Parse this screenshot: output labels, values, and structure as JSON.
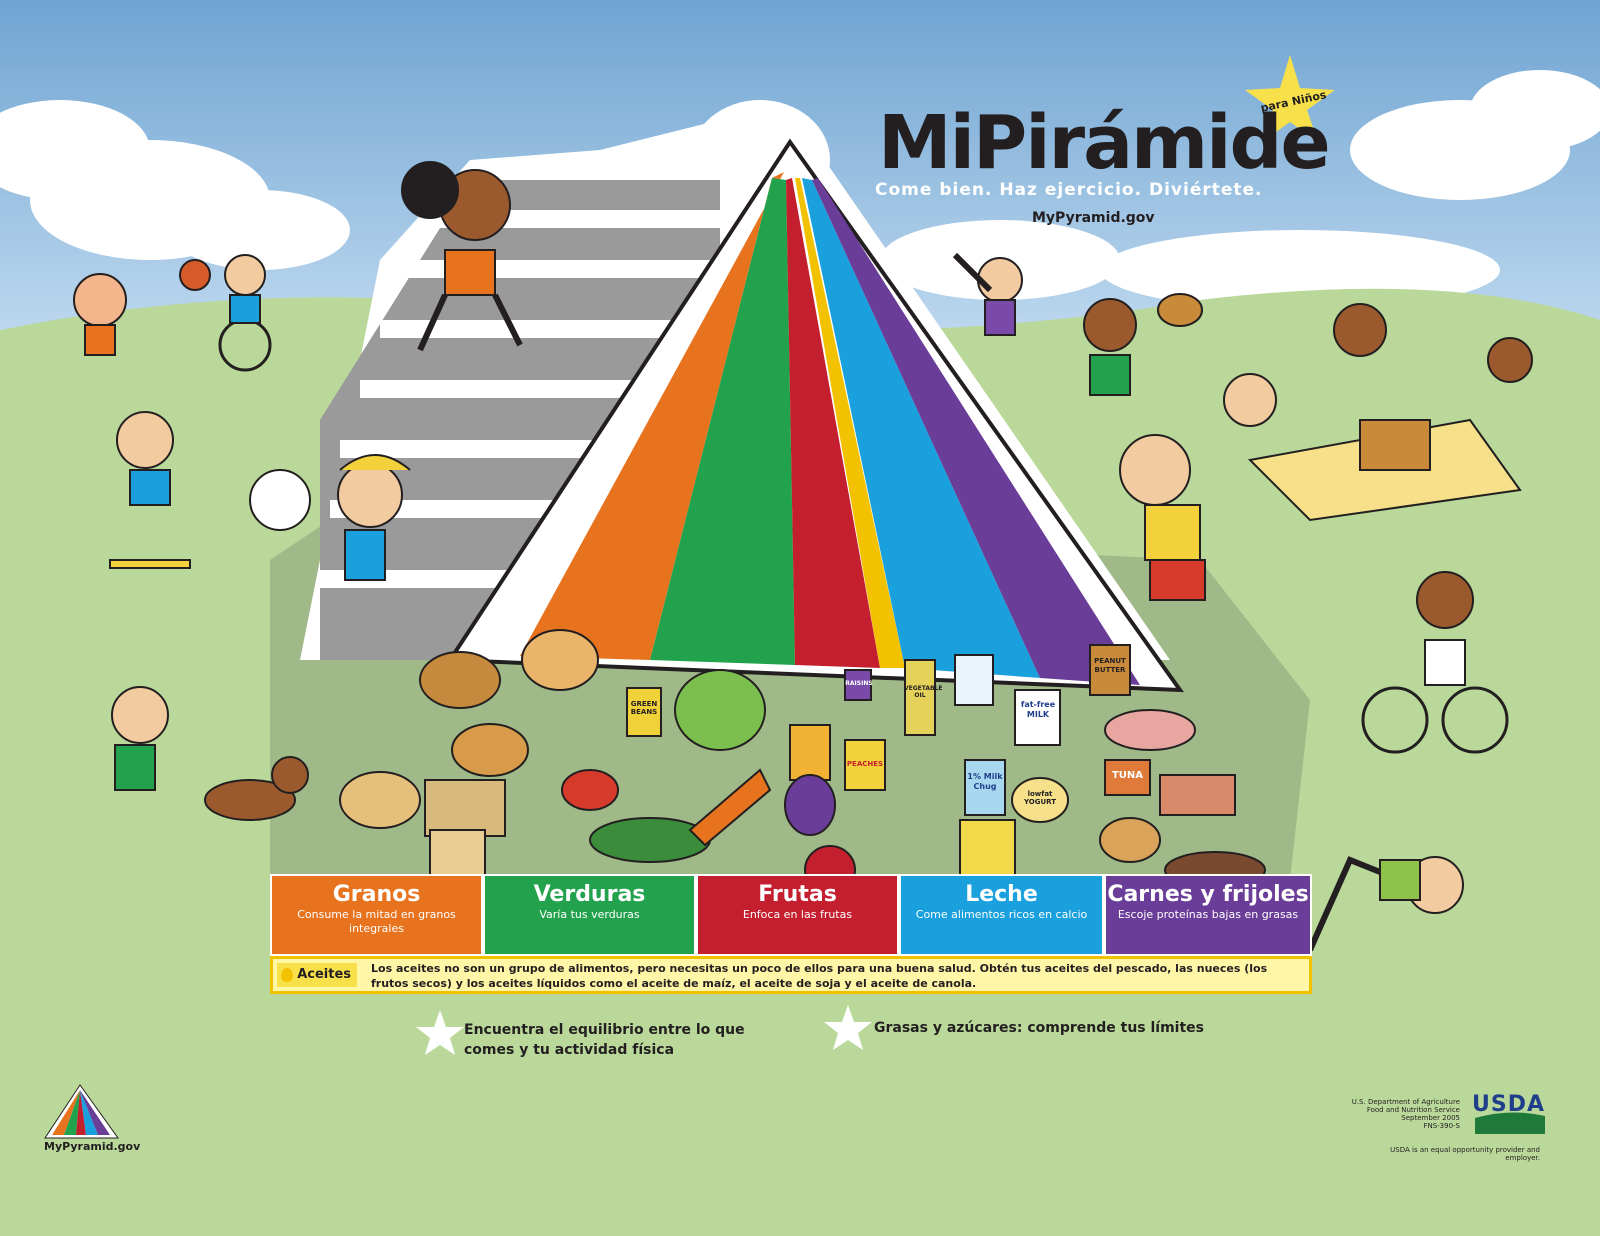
{
  "header": {
    "title": "MiPirámide",
    "badge": "para Niños",
    "subtitle": "Come bien. Haz ejercicio. Diviértete.",
    "url": "MyPyramid.gov"
  },
  "food_groups": [
    {
      "name": "Granos",
      "tip": "Consume la mitad en granos integrales",
      "color": "#e8731f"
    },
    {
      "name": "Verduras",
      "tip": "Varía tus verduras",
      "color": "#23a24d"
    },
    {
      "name": "Frutas",
      "tip": "Enfoca en las frutas",
      "color": "#c41f2e"
    },
    {
      "name": "Leche",
      "tip": "Come alimentos ricos en calcio",
      "color": "#1aa0dc"
    },
    {
      "name": "Carnes y frijoles",
      "tip": "Escoje proteínas bajas en grasas",
      "color": "#6a3d98"
    }
  ],
  "oils": {
    "label": "Aceites",
    "text": "Los aceites no son un grupo de alimentos, pero necesitas un poco de ellos para una buena salud. Obtén tus aceites del pescado, las nueces (los frutos secos) y los aceites líquidos como el aceite de maíz, el aceite de soja y el aceite de canola.",
    "color": "#f2c200"
  },
  "tips": [
    "Encuentra el equilibrio entre lo que comes y tu actividad física",
    "Grasas y azúcares: comprende tus límites"
  ],
  "footer": {
    "logo_text": "MyPyramid.gov",
    "usda_lines": [
      "U.S. Department of Agriculture",
      "Food and Nutrition Service",
      "September 2005",
      "FNS-390-S"
    ],
    "usda_logo": "USDA",
    "equal_opportunity": "USDA is an equal opportunity provider and employer."
  },
  "food_labels": {
    "green_beans": "GREEN BEANS",
    "raisins": "RAISINS",
    "veg_oil": "VEGETABLE OIL",
    "milk": "MILK",
    "milk_carton": "fat-free MILK",
    "milk_chug": "1% Milk Chug",
    "yogurt": "lowfat YOGURT",
    "peaches": "PEACHES",
    "peanut_butter": "PEANUT BUTTER",
    "tuna": "TUNA"
  },
  "colors": {
    "sky": "#7fb2d8",
    "grass": "#b9d89a",
    "steps": "#9a9a9a"
  }
}
